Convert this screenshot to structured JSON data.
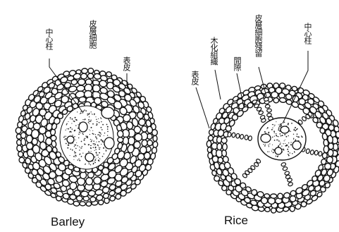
{
  "barley": {
    "caption": "Barley",
    "labels": {
      "stele": "中心柱",
      "cortex_cells": "皮層細胞",
      "epidermis": "表皮"
    }
  },
  "rice": {
    "caption": "Rice",
    "labels": {
      "epidermis": "表皮",
      "sclerenchyma": "木化組織",
      "air_space": "間隙",
      "cortex_remnant": "皮層細胞殘留",
      "stele": "中心柱"
    }
  }
}
